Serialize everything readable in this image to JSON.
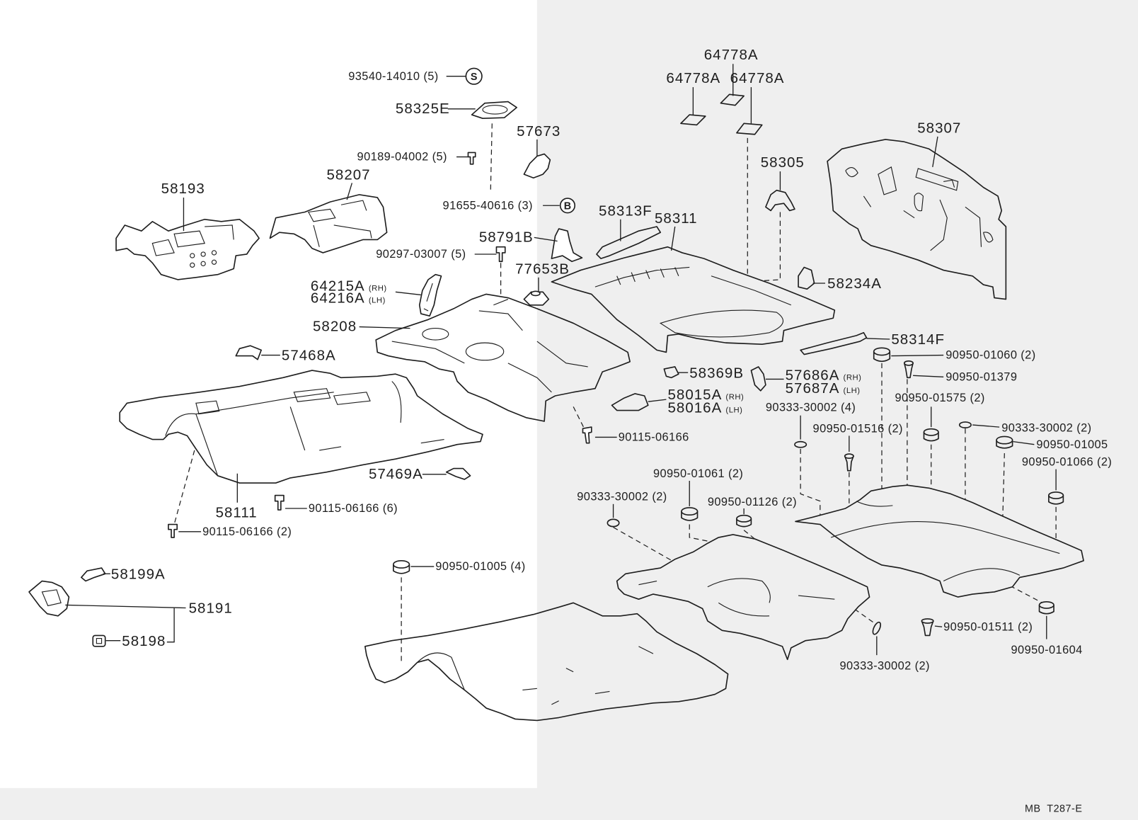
{
  "colors": {
    "ink": "#1e1e1e",
    "paper": "#ffffff",
    "background": "#efefef"
  },
  "symbols": {
    "s": "S",
    "b": "B"
  },
  "callouts": [
    {
      "text": "93540-14010 (5)"
    },
    {
      "text": "58325E"
    },
    {
      "text": "90189-04002 (5)"
    },
    {
      "text": "57673"
    },
    {
      "text": "91655-40616 (3)"
    },
    {
      "text": "58791B"
    },
    {
      "text": "90297-03007 (5)"
    },
    {
      "text": "58207"
    },
    {
      "text": "58193"
    },
    {
      "text": "77653B"
    },
    {
      "text": "58313F"
    },
    {
      "text": "58311"
    },
    {
      "text": "64778A"
    },
    {
      "text": "64778A"
    },
    {
      "text": "64778A"
    },
    {
      "text": "58305"
    },
    {
      "text": "58307"
    },
    {
      "text": "58234A"
    },
    {
      "text": "64215A",
      "side": "(RH)"
    },
    {
      "text": "64216A",
      "side": "(LH)"
    },
    {
      "text": "58208"
    },
    {
      "text": "57468A"
    },
    {
      "text": "58314F"
    },
    {
      "text": "90950-01060 (2)"
    },
    {
      "text": "90950-01379"
    },
    {
      "text": "58369B"
    },
    {
      "text": "57686A",
      "side": "(RH)"
    },
    {
      "text": "57687A",
      "side": "(LH)"
    },
    {
      "text": "58015A",
      "side": "(RH)"
    },
    {
      "text": "58016A",
      "side": "(LH)"
    },
    {
      "text": "90333-30002 (4)"
    },
    {
      "text": "90950-01575 (2)"
    },
    {
      "text": "90950-01516 (2)"
    },
    {
      "text": "90333-30002 (2)"
    },
    {
      "text": "90950-01005"
    },
    {
      "text": "90950-01066 (2)"
    },
    {
      "text": "90115-06166"
    },
    {
      "text": "57469A"
    },
    {
      "text": "58111"
    },
    {
      "text": "90115-06166 (6)"
    },
    {
      "text": "90115-06166 (2)"
    },
    {
      "text": "90950-01061 (2)"
    },
    {
      "text": "90333-30002 (2)"
    },
    {
      "text": "90950-01126 (2)"
    },
    {
      "text": "58199A"
    },
    {
      "text": "90950-01005 (4)"
    },
    {
      "text": "58191"
    },
    {
      "text": "58198"
    },
    {
      "text": "90950-01511 (2)"
    },
    {
      "text": "90950-01604"
    },
    {
      "text": "90333-30002 (2)"
    }
  ],
  "footer": {
    "code": "MB  T287-E"
  }
}
